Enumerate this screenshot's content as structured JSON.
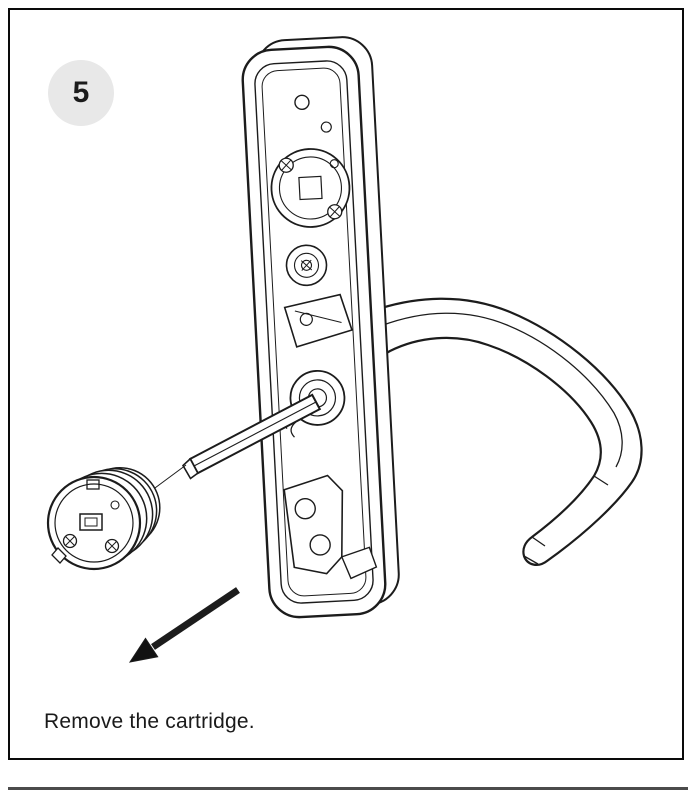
{
  "step": {
    "number": "5"
  },
  "caption": "Remove the cartridge.",
  "illustration": {
    "name": "lock-cartridge-removal-diagram",
    "parts": [
      {
        "name": "lock-chassis",
        "label": "lock chassis plate"
      },
      {
        "name": "lever-handle",
        "label": "door lever handle"
      },
      {
        "name": "spindle",
        "label": "square spindle shaft"
      },
      {
        "name": "cartridge",
        "label": "lock cartridge cylinder"
      },
      {
        "name": "removal-arrow",
        "label": "removal direction arrow"
      }
    ]
  },
  "colors": {
    "outline": "#1c1c1c",
    "step_badge_fill": "#e8e8e8",
    "panel_border": "#0a0a0a",
    "background": "#ffffff",
    "divider": "#4b4b4b",
    "arrow": "#111111"
  }
}
